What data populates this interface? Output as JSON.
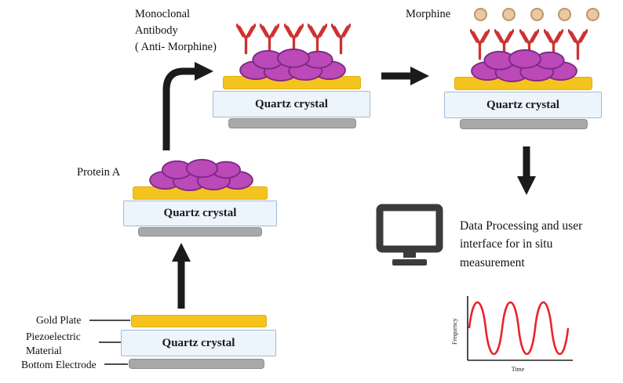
{
  "diagram": {
    "labels": {
      "monoclonal_antibody": "Monoclonal\nAntibody\n( Anti- Morphine)",
      "morphine": "Morphine",
      "protein_a": "Protein A",
      "quartz_crystal": "Quartz crystal",
      "gold_plate": "Gold Plate",
      "piezoelectric_material": "Piezoelectric\nMaterial",
      "bottom_electrode": "Bottom Electrode",
      "data_processing": "Data Processing and user\ninterface for in situ\nmeasurement"
    },
    "counts": {
      "antibodies_per_sensor": 5,
      "morphine_beads": 5,
      "quartz_crystal_instances": 4
    },
    "graph": {
      "type": "line",
      "ylabel": "Frequency",
      "xlabel": "Time",
      "wave_cycles": 3,
      "wave_color": "#e8252b"
    },
    "colors": {
      "gold_plate": "#f5c31d",
      "quartz_fill": "#ecf4fc",
      "quartz_border": "#a3bbd4",
      "bottom_electrode": "#a8a8a8",
      "protein_blob": "#bb49b8",
      "protein_blob_outline": "#7d2a85",
      "antibody": "#cc3333",
      "morphine_bead": "#e9c9a4",
      "morphine_bead_outline": "#bd9668",
      "arrow": "#1b1b1b",
      "monitor": "#3b3b3b"
    }
  }
}
